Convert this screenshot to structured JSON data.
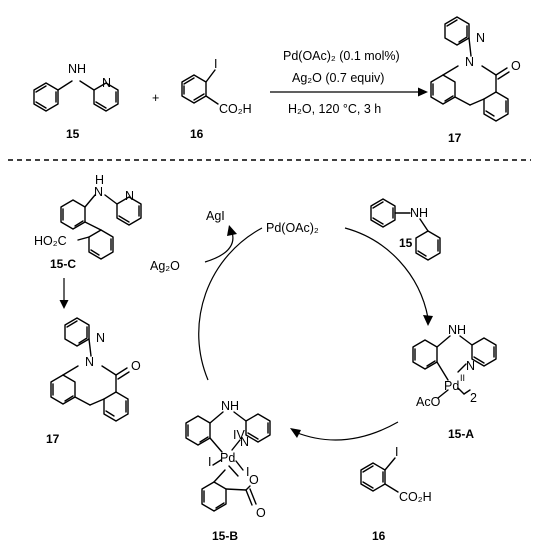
{
  "conditions": {
    "line1": "Pd(OAc)₂ (0.1 mol%)",
    "line2": "Ag₂O (0.7 equiv)",
    "line3": "H₂O, 120 °C, 3 h"
  },
  "compounds": {
    "c15": "15",
    "c16": "16",
    "c17": "17",
    "c15C": "15-C",
    "c15A": "15-A",
    "c15B": "15-B"
  },
  "atoms": {
    "N": "N",
    "NH": "NH",
    "H": "H",
    "O": "O",
    "I": "I",
    "CO2H": "CO₂H",
    "HO2C": "HO₂C",
    "Pd": "Pd",
    "AcO": "AcO",
    "ox2": "II",
    "ox4": "IV",
    "dimer": "2",
    "plus": "+"
  },
  "reagents": {
    "catalyst": "Pd(OAc)₂",
    "silver_oxide": "Ag₂O",
    "silver_iodide": "AgI"
  }
}
